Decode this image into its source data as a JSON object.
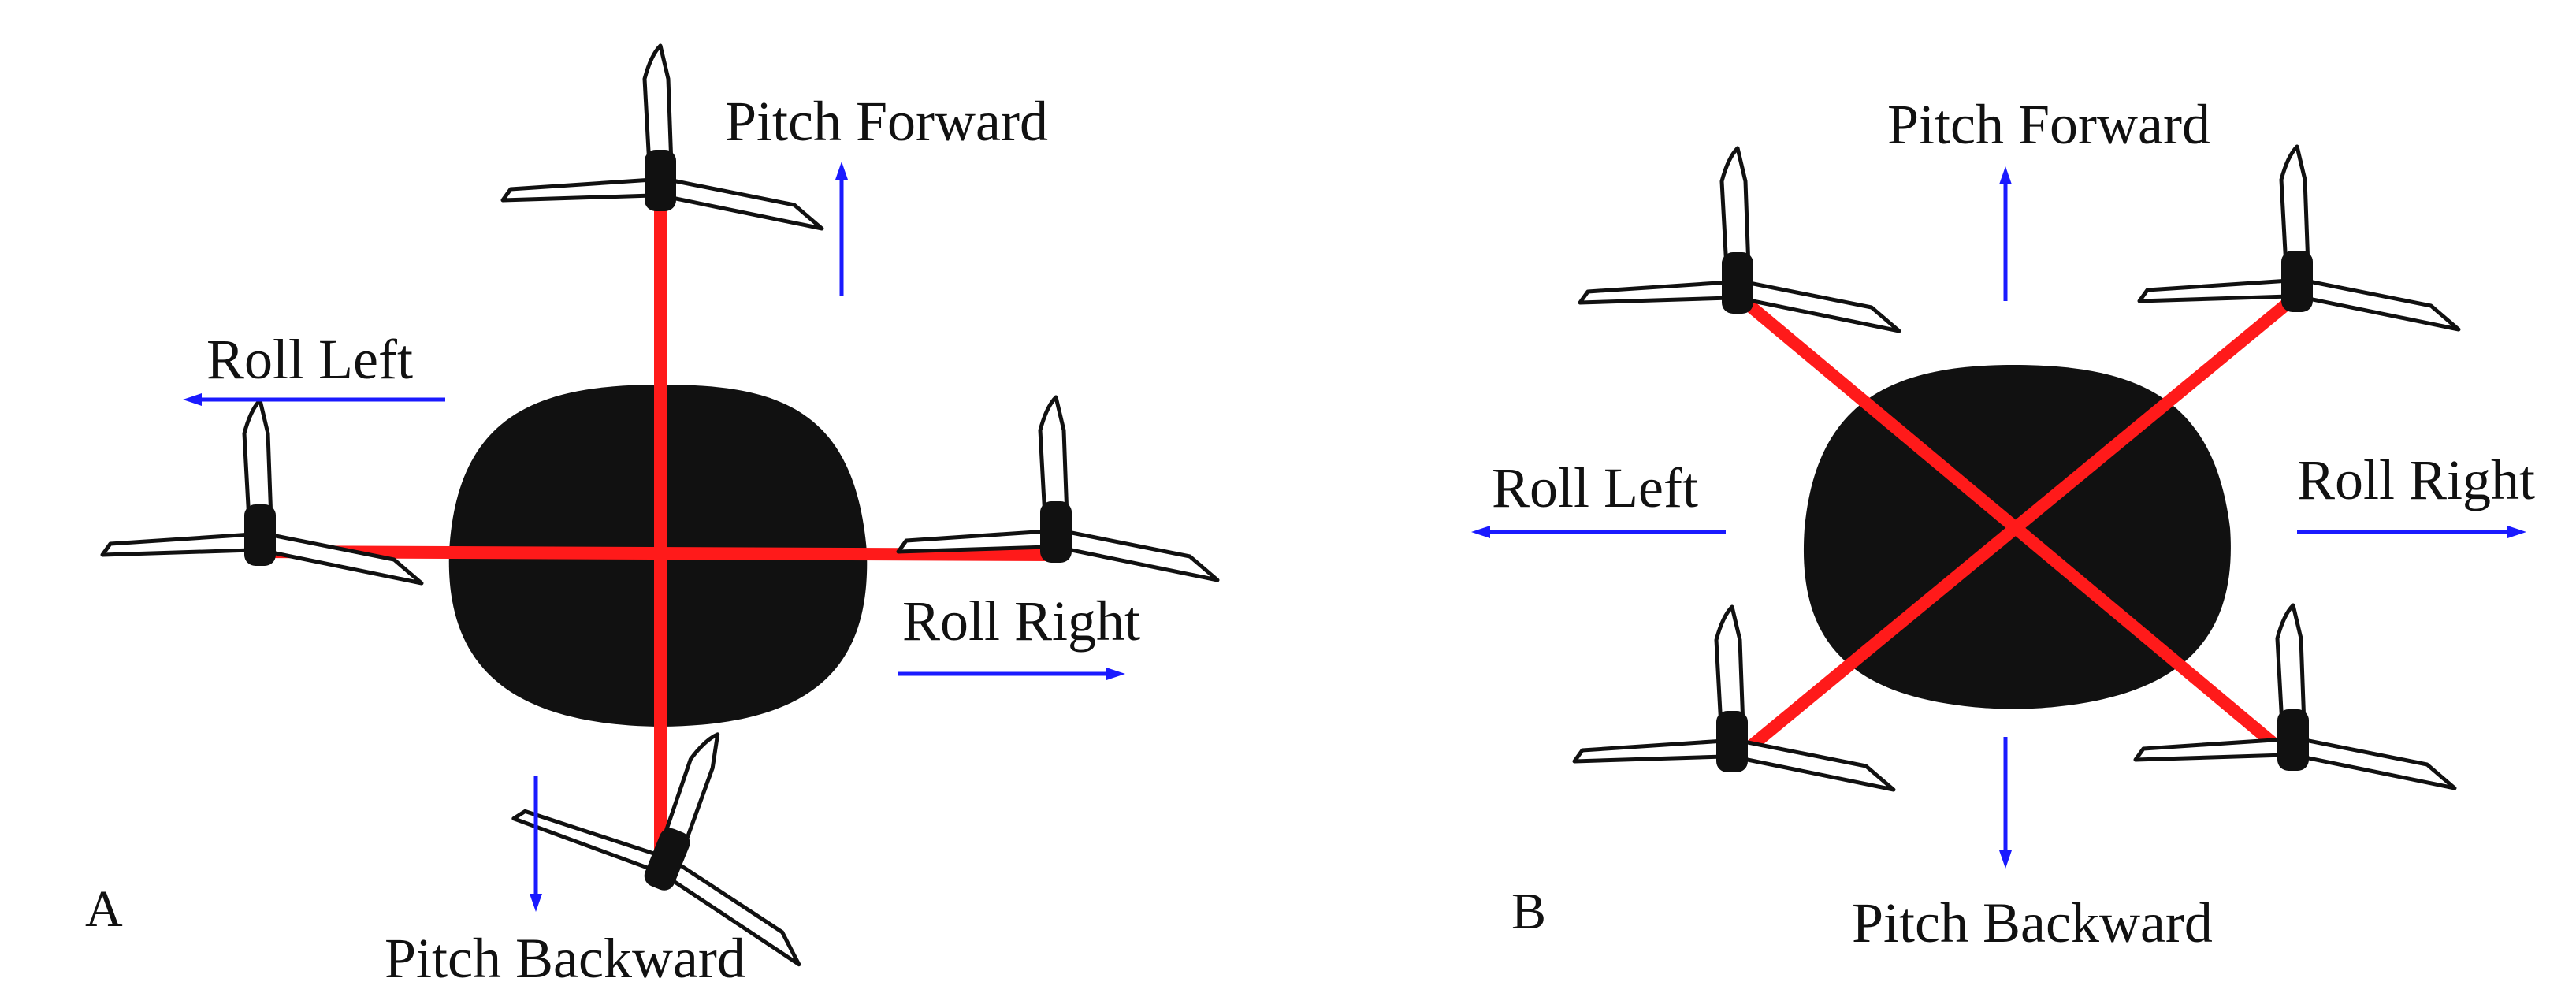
{
  "panels": [
    {
      "id": "A",
      "label": "A",
      "frame": "plus",
      "directions": {
        "pitch_forward": "Pitch Forward",
        "pitch_backward": "Pitch Backward",
        "roll_left": "Roll Left",
        "roll_right": "Roll Right"
      }
    },
    {
      "id": "B",
      "label": "B",
      "frame": "x",
      "directions": {
        "pitch_forward": "Pitch Forward",
        "pitch_backward": "Pitch Backward",
        "roll_left": "Roll Left",
        "roll_right": "Roll Right"
      }
    }
  ],
  "colors": {
    "arm": "#ff1a1a",
    "arrow": "#1a1aff",
    "body": "#111111"
  }
}
